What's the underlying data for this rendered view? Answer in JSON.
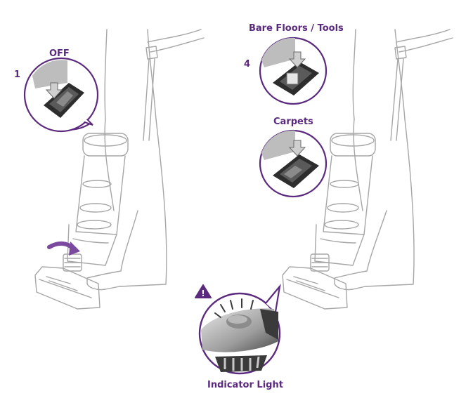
{
  "step_left": "1",
  "label_off": "OFF",
  "step_right": "4",
  "label_bare_floors": "Bare Floors / Tools",
  "label_carpets": "Carpets",
  "label_indicator": "Indicator Light",
  "warning_glyph": "!",
  "colors": {
    "accent": "#5b2a7e",
    "line": "#a6a6a6",
    "switch_dark": "#3a3a3a",
    "switch_light": "#9a9a9a"
  }
}
